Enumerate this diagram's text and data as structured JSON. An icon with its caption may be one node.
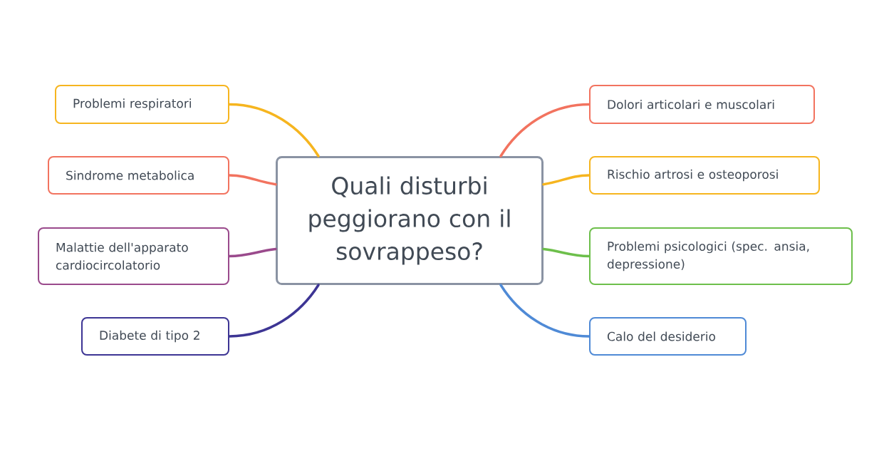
{
  "diagram": {
    "nodes": [
      {
        "text": [
          "Quali disturbi peggiorano con il sovrappeso?"
        ]
      },
      {
        "text": [
          "Problemi respiratori"
        ]
      },
      {
        "text": [
          "Sindrome metabolica"
        ]
      },
      {
        "text": [
          "Malattie dell'apparato cardiocircolatorio"
        ]
      },
      {
        "text": [
          "Diabete di tipo 2"
        ]
      },
      {
        "text": [
          "Dolori articolari e muscolari"
        ]
      },
      {
        "text": [
          "Rischio artrosi e osteoporosi"
        ]
      },
      {
        "text": [
          "Problemi psicologici (spec. ansia, depressione)"
        ]
      },
      {
        "text": [
          "Calo del desiderio"
        ]
      }
    ],
    "edges": [
      {
        "from": 0,
        "to": 1,
        "arrow": "none",
        "color": "#f6b51f"
      },
      {
        "from": 0,
        "to": 2,
        "arrow": "none",
        "color": "#f2735f"
      },
      {
        "from": 0,
        "to": 3,
        "arrow": "none",
        "color": "#9a4a8c"
      },
      {
        "from": 0,
        "to": 4,
        "arrow": "none",
        "color": "#3d3594"
      },
      {
        "from": 0,
        "to": 5,
        "arrow": "none",
        "color": "#f2735f"
      },
      {
        "from": 0,
        "to": 6,
        "arrow": "none",
        "color": "#f6b51f"
      },
      {
        "from": 0,
        "to": 7,
        "arrow": "none",
        "color": "#6dbf4b"
      },
      {
        "from": 0,
        "to": 8,
        "arrow": "none",
        "color": "#4f8ad6"
      }
    ]
  }
}
